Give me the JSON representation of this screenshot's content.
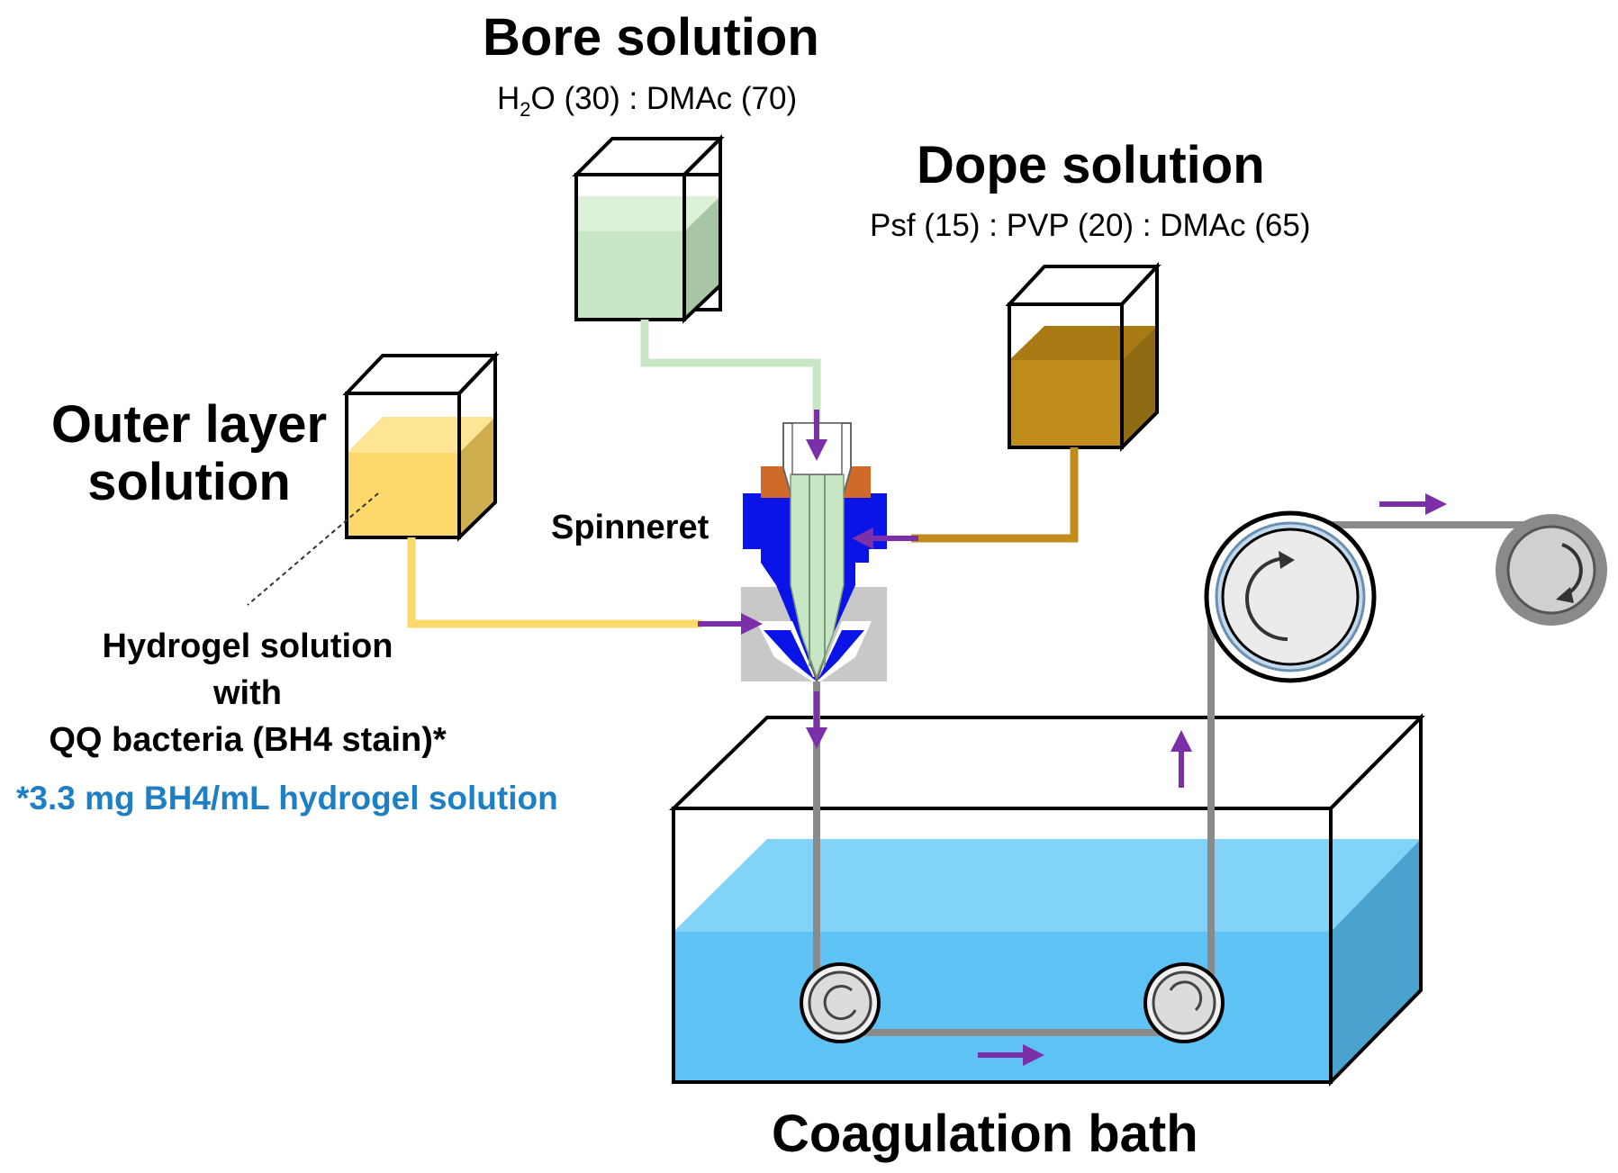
{
  "bore": {
    "title": "Bore solution",
    "composition_prefix": "H",
    "composition_subscript": "2",
    "composition_suffix": "O (30) : DMAc (70)",
    "color": "#c7e6c3"
  },
  "dope": {
    "title": "Dope solution",
    "composition": "Psf (15) : PVP (20) : DMAc (65)",
    "color": "#c08c1c"
  },
  "outer": {
    "title_line1": "Outer layer",
    "title_line2": "solution",
    "color": "#fdd86a"
  },
  "hydrogel": {
    "line1": "Hydrogel solution",
    "line2": "with",
    "line3": "QQ bacteria (BH4 stain)*",
    "footnote": "*3.3 mg BH4/mL hydrogel solution",
    "footnote_color": "#1f7fc4"
  },
  "spinneret": {
    "label": "Spinneret",
    "nozzle_color": "#0a14e6",
    "cap_color": "#d0692a",
    "body_color": "#c8c8c8"
  },
  "bath": {
    "label": "Coagulation bath",
    "water_color": "#5fc2f5"
  },
  "arrow_color": "#7b2fa8",
  "fiber_color": "#8a8a8a"
}
